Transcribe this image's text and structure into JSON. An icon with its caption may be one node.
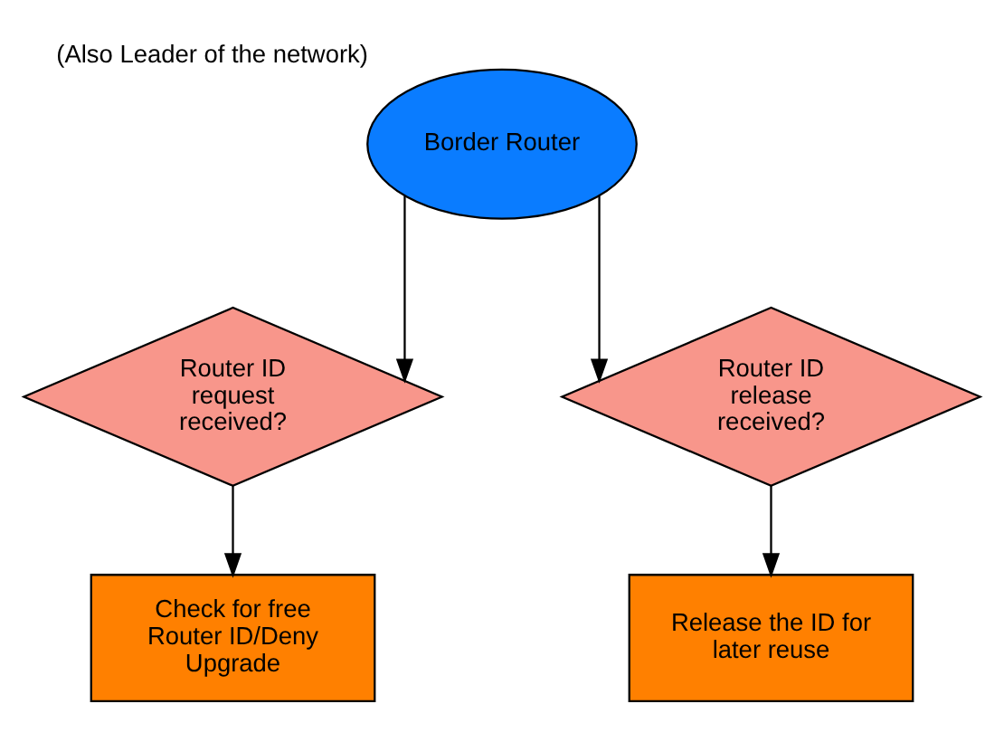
{
  "diagram": {
    "nodes": [
      {
        "text": [
          "Border Router"
        ],
        "beside": [
          "(Also Leader of the network)"
        ]
      },
      {
        "text": [
          "Router ID request received?"
        ]
      },
      {
        "text": [
          "Router ID release received?"
        ]
      },
      {
        "text": [
          "Check for free Router ID/Deny Upgrade"
        ]
      },
      {
        "text": [
          "Release the ID for later reuse"
        ]
      }
    ],
    "edges": [
      {
        "from": 0,
        "to": 1,
        "arrow": "to"
      },
      {
        "from": 0,
        "to": 2,
        "arrow": "to"
      },
      {
        "from": 1,
        "to": 3,
        "arrow": "to"
      },
      {
        "from": 2,
        "to": 4,
        "arrow": "to"
      }
    ]
  }
}
